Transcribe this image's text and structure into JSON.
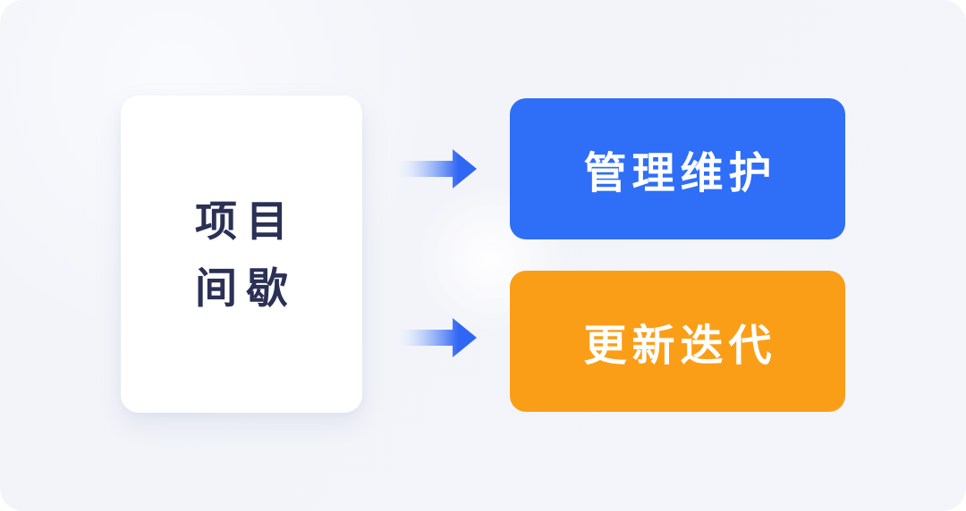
{
  "diagram": {
    "source": {
      "line1": "项目",
      "line2": "间歇"
    },
    "targets": [
      {
        "label": "管理维护",
        "color": "#2f6ef6"
      },
      {
        "label": "更新迭代",
        "color": "#fb9e17"
      }
    ],
    "colors": {
      "panel_background": "#f3f4f9",
      "card_background": "#ffffff",
      "card_text": "#2b3055",
      "node_text": "#ffffff",
      "arrow_blue": "#2f66f3"
    }
  }
}
